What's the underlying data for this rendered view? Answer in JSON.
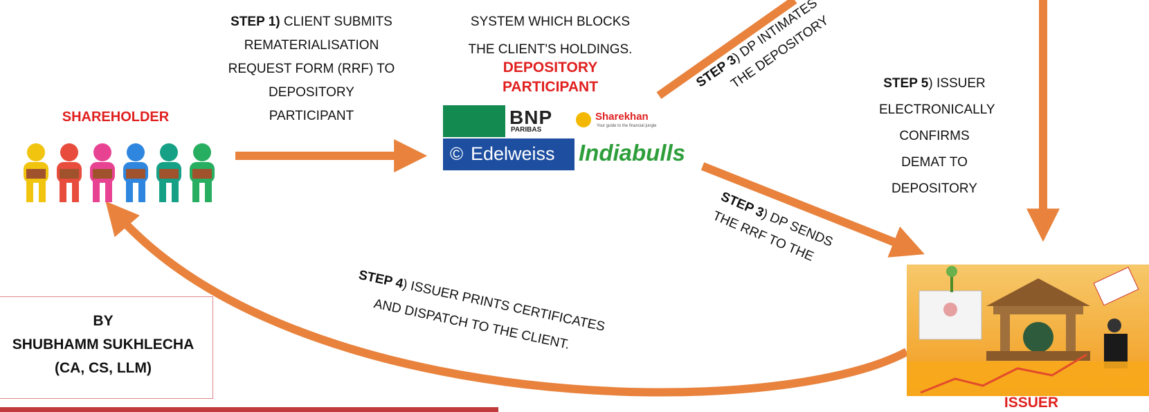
{
  "shareholder": {
    "label": "SHAREHOLDER"
  },
  "depository_participant": {
    "label_line1": "DEPOSITORY",
    "label_line2": "PARTICIPANT",
    "logos": {
      "bnp_main": "BNP",
      "bnp_sub": "PARIBAS",
      "sharekhan": "Sharekhan",
      "sharekhan_tagline": "Your guide to the financial jungle",
      "edelweiss": "Edelweiss",
      "indiabulls": "Indiabulls"
    }
  },
  "issuer": {
    "label": "ISSUER"
  },
  "steps": {
    "step1": {
      "prefix": "STEP 1)",
      "line1": "CLIENT SUBMITS",
      "line2": "REMATERIALISATION",
      "line3": "REQUEST FORM (RRF) TO",
      "line4": "DEPOSITORY",
      "line5": "PARTICIPANT"
    },
    "step2_fragment": {
      "line1": "SYSTEM WHICH BLOCKS",
      "line2": "THE CLIENT'S HOLDINGS."
    },
    "step3a": {
      "prefix": "STEP 3",
      "line1_rest": ") DP INTIMATES",
      "line2": "THE DEPOSITORY"
    },
    "step3b": {
      "prefix": "STEP 3",
      "line1_rest": ") DP SENDS",
      "line2": "THE RRF TO THE"
    },
    "step4": {
      "prefix": "STEP 4",
      "line1_rest": ") ISSUER PRINTS CERTIFICATES",
      "line2": "AND DISPATCH TO THE CLIENT."
    },
    "step5": {
      "prefix": "STEP 5",
      "line1_rest": ") ISSUER",
      "line2": "ELECTRONICALLY",
      "line3": "CONFIRMS",
      "line4": "DEMAT TO",
      "line5": "DEPOSITORY"
    }
  },
  "byline": {
    "line1": "BY",
    "line2": "SHUBHAMM SUKHLECHA",
    "line3": "(CA, CS, LLM)"
  },
  "colors": {
    "arrow": "#e8823c",
    "red_label": "#e0201f",
    "border": "#c0393b"
  }
}
